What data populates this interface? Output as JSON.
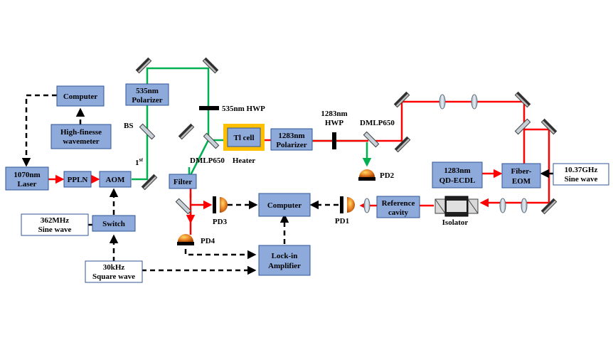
{
  "colors": {
    "box_fill": "#8eaadb",
    "box_stroke": "#2f5597",
    "red_beam": "#ff0000",
    "green_beam": "#00b050",
    "heater": "#ffc000",
    "mirror": "#404040"
  },
  "boxes": {
    "computer_top": "Computer",
    "wavemeter": [
      "High-finesse",
      "wavemeter"
    ],
    "laser": [
      "1070nm",
      "Laser"
    ],
    "ppln": "PPLN",
    "aom": "AOM",
    "polarizer_535": [
      "535nm",
      "Polarizer"
    ],
    "filter": "Filter",
    "tl_cell": "Tl cell",
    "polarizer_1283": [
      "1283nm",
      "Polarizer"
    ],
    "computer_center": "Computer",
    "lockin": [
      "Lock-in",
      "Amplifier"
    ],
    "reference_cavity": [
      "Reference",
      "cavity"
    ],
    "qd_ecdl": [
      "1283nm",
      "QD-ECDL"
    ],
    "fiber_eom": [
      "Fiber-",
      "EOM"
    ],
    "switch": "Switch"
  },
  "sources": {
    "sine_362": [
      "362MHz",
      "Sine wave"
    ],
    "square_30k": [
      "30kHz",
      "Square wave"
    ],
    "sine_1037": [
      "10.37GHz",
      "Sine wave"
    ]
  },
  "labels": {
    "bs": "BS",
    "first_order": "1",
    "first_order_sup": "st",
    "hwp_535": "535nm HWP",
    "dmlp_left": "DMLP650",
    "heater": "Heater",
    "hwp_1283": [
      "1283nm",
      "HWP"
    ],
    "dmlp_right": "DMLP650",
    "pd1": "PD1",
    "pd2": "PD2",
    "pd3": "PD3",
    "pd4": "PD4",
    "isolator": "Isolator"
  }
}
